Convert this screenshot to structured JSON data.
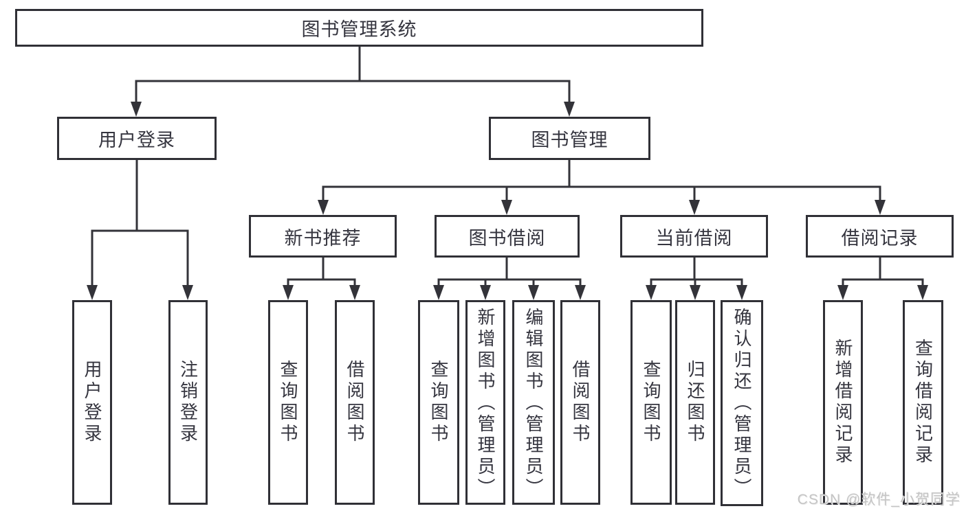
{
  "tree": {
    "label": "图书管理系统",
    "children": [
      {
        "label": "用户登录",
        "children": [
          {
            "label": "用户登录"
          },
          {
            "label": "注销登录"
          }
        ]
      },
      {
        "label": "图书管理",
        "children": [
          {
            "label": "新书推荐",
            "children": [
              {
                "label": "查询图书"
              },
              {
                "label": "借阅图书"
              }
            ]
          },
          {
            "label": "图书借阅",
            "children": [
              {
                "label": "查询图书"
              },
              {
                "label": "新增图书（管理员）"
              },
              {
                "label": "编辑图书（管理员）"
              },
              {
                "label": "借阅图书"
              }
            ]
          },
          {
            "label": "当前借阅",
            "children": [
              {
                "label": "查询图书"
              },
              {
                "label": "归还图书"
              },
              {
                "label": "确认归还（管理员）"
              }
            ]
          },
          {
            "label": "借阅记录",
            "children": [
              {
                "label": "新增借阅记录"
              },
              {
                "label": "查询借阅记录"
              }
            ]
          }
        ]
      }
    ]
  },
  "watermark": "CSDN @软件_小贺同学",
  "colors": {
    "line": "#333339",
    "text": "#35353f",
    "watermark": "#c5c5c5",
    "background": "#ffffff"
  }
}
